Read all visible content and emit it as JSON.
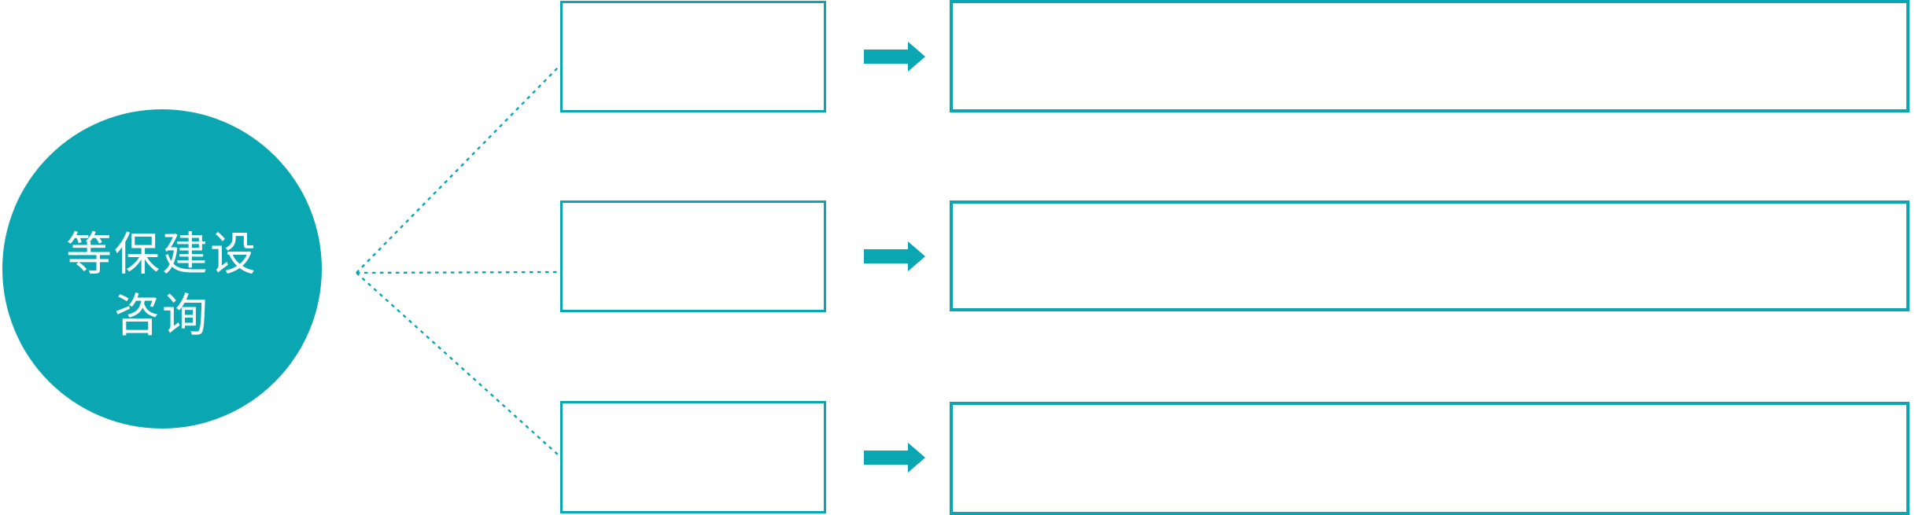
{
  "diagram": {
    "kind": "hub-and-spoke flow diagram",
    "accent_color": "#0aa7b3",
    "background_color": "#ffffff",
    "hub": {
      "label_line1": "等保建设",
      "label_line2": "咨询",
      "text_color": "#ffffff",
      "shape": "circle"
    },
    "connectors": {
      "style": "dotted",
      "color": "#0aa7b3"
    },
    "rows": [
      {
        "small_box_text": "",
        "arrow": "right-arrow",
        "large_box_text": ""
      },
      {
        "small_box_text": "",
        "arrow": "right-arrow",
        "large_box_text": ""
      },
      {
        "small_box_text": "",
        "arrow": "right-arrow",
        "large_box_text": ""
      }
    ]
  }
}
